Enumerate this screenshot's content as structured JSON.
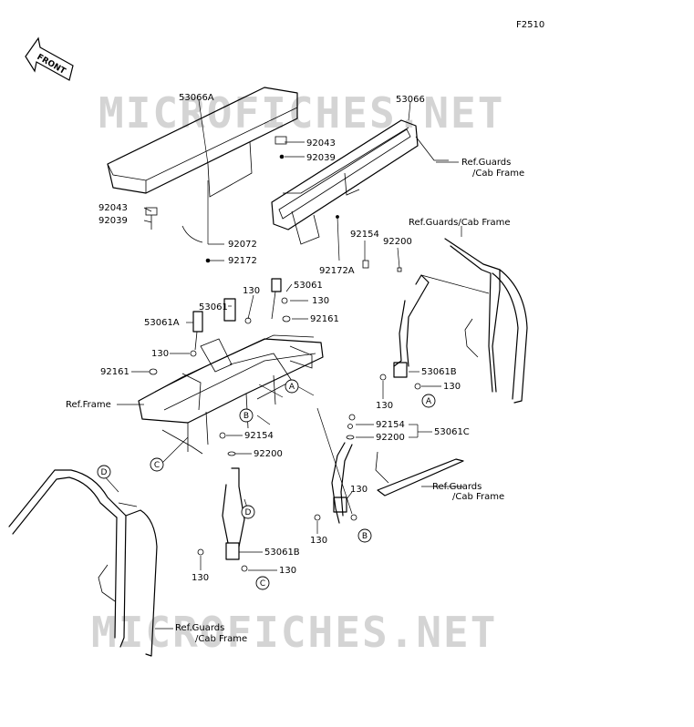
{
  "figure_code": "F2510",
  "front_label": "FRONT",
  "watermarks": [
    "MICROFICHES.NET",
    "MICROFICHES.NET"
  ],
  "labels": {
    "p53066A": "53066A",
    "p53066": "53066",
    "p92043_top": "92043",
    "p92039_top": "92039",
    "ref_guards_cab_1a": "Ref.Guards",
    "ref_guards_cab_1b": "/Cab Frame",
    "p92043_left": "92043",
    "p92039_left": "92039",
    "p92072": "92072",
    "p92172": "92172",
    "p92172A": "92172A",
    "p92154_top": "92154",
    "p92200_top": "92200",
    "ref_guards_cab_2": "Ref.Guards/Cab Frame",
    "p130_a": "130",
    "p53061_a": "53061",
    "p130_b": "130",
    "p53061_b": "53061",
    "p53061A": "53061A",
    "p92161_r": "92161",
    "p130_c": "130",
    "p92161_l": "92161",
    "p53061B_r": "53061B",
    "p130_d": "130",
    "p130_e": "130",
    "ref_frame": "Ref.Frame",
    "p92154_mid": "92154",
    "p53061C": "53061C",
    "p92200_mid": "92200",
    "p92154_left": "92154",
    "p92200_left": "92200",
    "ref_guards_cab_3a": "Ref.Guards",
    "ref_guards_cab_3b": "/Cab Frame",
    "p130_f": "130",
    "p130_g": "130",
    "p53061B_l": "53061B",
    "p130_h": "130",
    "p130_i": "130",
    "ref_guards_cab_4a": "Ref.Guards",
    "ref_guards_cab_4b": "/Cab Frame"
  },
  "callouts": {
    "A1": "A",
    "A2": "A",
    "B1": "B",
    "B2": "B",
    "C1": "C",
    "C2": "C",
    "D1": "D",
    "D2": "D"
  }
}
